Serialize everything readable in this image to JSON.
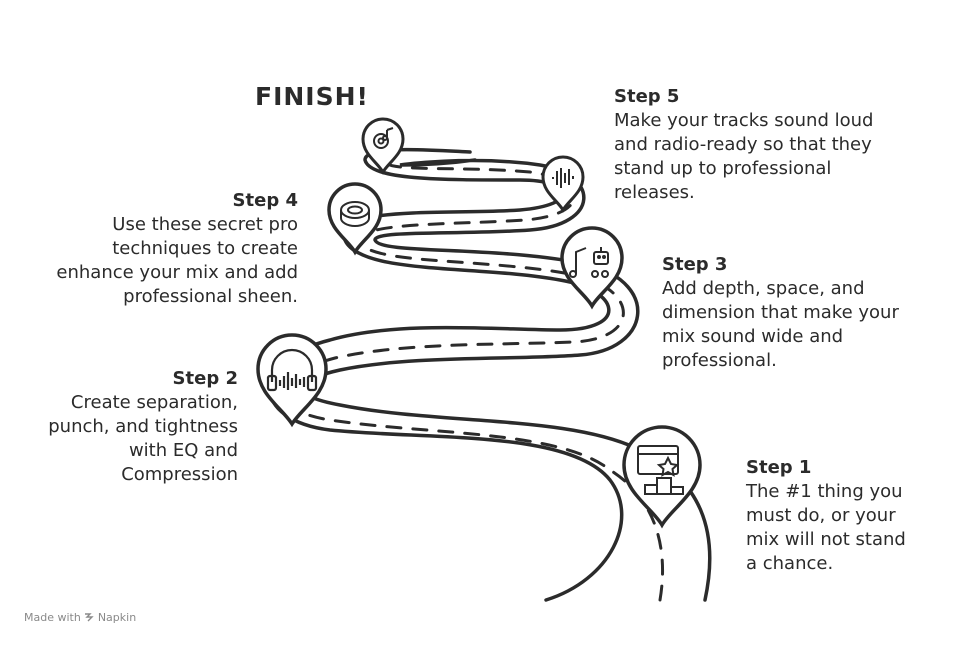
{
  "finish_label": "FINISH!",
  "steps": [
    {
      "title": "Step 1",
      "desc": "The #1 thing you\nmust do, or your\nmix will not stand\na chance.",
      "icon": "website-ranking-icon"
    },
    {
      "title": "Step 2",
      "desc": "Create separation,\npunch, and tightness\nwith EQ and\nCompression",
      "icon": "headphones-waveform-icon"
    },
    {
      "title": "Step 3",
      "desc": "Add depth, space, and\ndimension that make your\nmix sound wide and\nprofessional.",
      "icon": "music-robot-icon"
    },
    {
      "title": "Step 4",
      "desc": "Use these secret  pro\ntechniques to create\nenhance your mix and add\nprofessional sheen.",
      "icon": "stadium-icon"
    },
    {
      "title": "Step 5",
      "desc": "Make your tracks sound loud\nand radio-ready so that they\nstand up to professional\nreleases.",
      "icon": "sound-wave-icon"
    }
  ],
  "finish_icon": "gear-music-icon",
  "footer": {
    "made_with": "Made with",
    "brand": "Napkin"
  },
  "colors": {
    "ink": "#2b2b2b",
    "footer": "#8a8a8a",
    "background": "#ffffff"
  }
}
